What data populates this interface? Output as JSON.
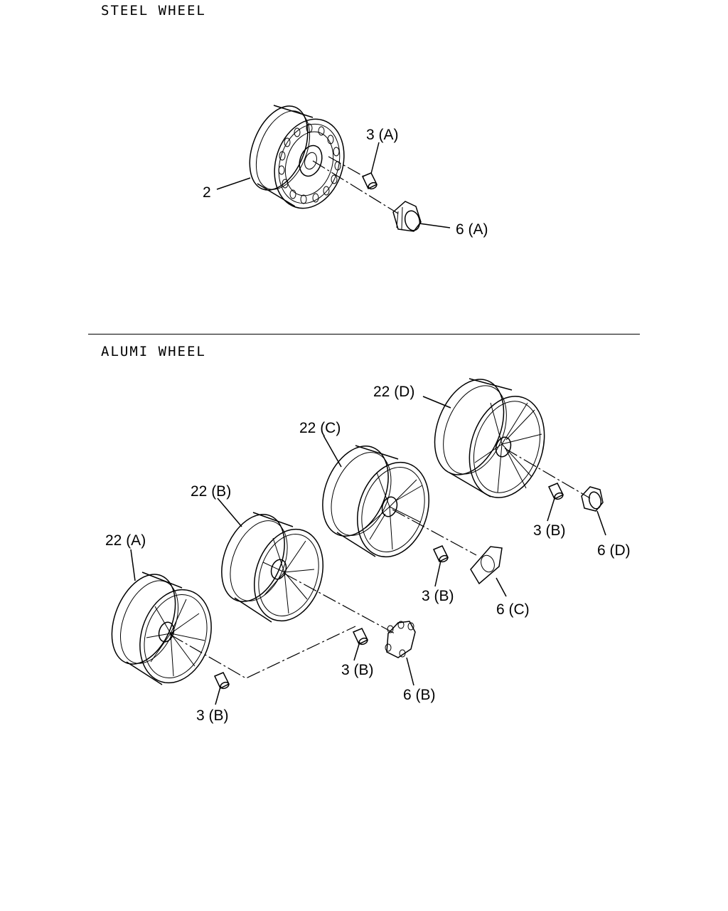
{
  "sections": {
    "steel": {
      "title": "STEEL WHEEL"
    },
    "alumi": {
      "title": "ALUMI WHEEL"
    }
  },
  "callouts": {
    "steel_wheel": "2",
    "steel_nut": "3 (A)",
    "steel_cap": "6 (A)",
    "alumi_wheel_a": "22 (A)",
    "alumi_wheel_b": "22 (B)",
    "alumi_wheel_c": "22 (C)",
    "alumi_wheel_d": "22 (D)",
    "nut_b_1": "3 (B)",
    "nut_b_2": "3 (B)",
    "nut_b_3": "3 (B)",
    "nut_b_4": "3 (B)",
    "cap_b": "6 (B)",
    "cap_c": "6 (C)",
    "cap_d": "6 (D)"
  }
}
